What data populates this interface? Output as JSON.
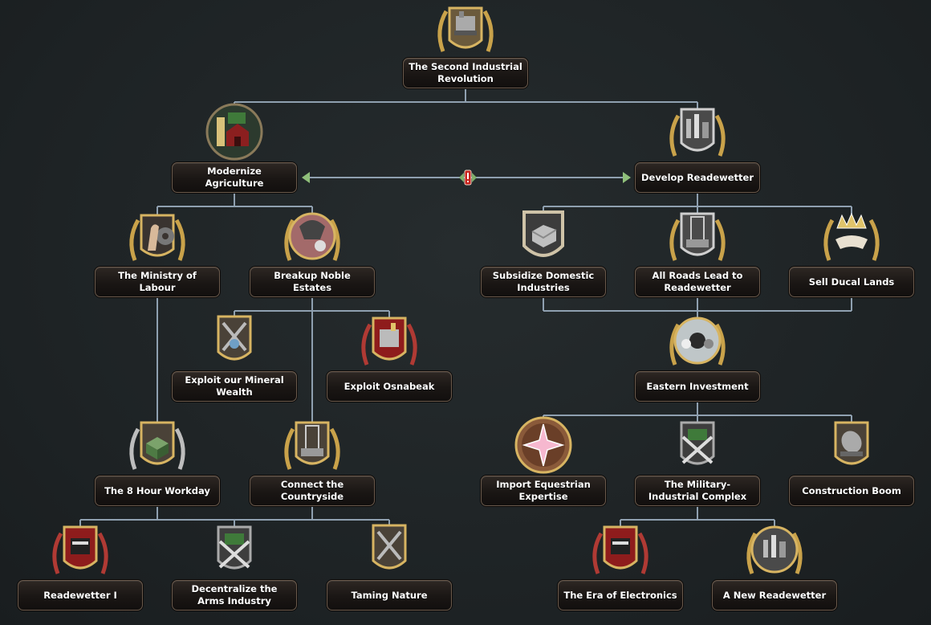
{
  "focus_tree": {
    "nodes": {
      "second_industrial_revolution": {
        "label": "The Second Industrial Revolution",
        "icon": "factory-machinery-icon",
        "frame": "gold-laurel"
      },
      "modernize_agriculture": {
        "label": "Modernize Agriculture",
        "icon": "farm-barn-icon",
        "frame": "plain"
      },
      "develop_readewetter": {
        "label": "Develop Readewetter",
        "icon": "city-factories-icon",
        "frame": "gold-laurel"
      },
      "ministry_of_labour": {
        "label": "The Ministry of Labour",
        "icon": "worker-gear-icon",
        "frame": "gold-laurel"
      },
      "breakup_noble_estates": {
        "label": "Breakup Noble Estates",
        "icon": "broken-noble-icon",
        "frame": "gold-laurel"
      },
      "subsidize_domestic_industries": {
        "label": "Subsidize Domestic Industries",
        "icon": "steel-ingot-icon",
        "frame": "plain"
      },
      "all_roads_lead": {
        "label": "All Roads Lead to Readewetter",
        "icon": "railway-bulldozer-icon",
        "frame": "gold-laurel"
      },
      "sell_ducal_lands": {
        "label": "Sell Ducal Lands",
        "icon": "crown-handshake-icon",
        "frame": "plain"
      },
      "exploit_mineral_wealth": {
        "label": "Exploit our Mineral Wealth",
        "icon": "crossed-shovels-icon",
        "frame": "plain"
      },
      "exploit_osnabeak": {
        "label": "Exploit Osnabeak",
        "icon": "industry-red-icon",
        "frame": "red-laurel"
      },
      "eastern_investment": {
        "label": "Eastern Investment",
        "icon": "metal-resources-icon",
        "frame": "gold-laurel"
      },
      "eight_hour_workday": {
        "label": "The 8 Hour Workday",
        "icon": "green-buildings-icon",
        "frame": "silver-laurel"
      },
      "connect_countryside": {
        "label": "Connect the Countryside",
        "icon": "railway-bulldozer-icon",
        "frame": "gold-laurel"
      },
      "import_equestrian_expertise": {
        "label": "Import Equestrian Expertise",
        "icon": "star-badge-icon",
        "frame": "round"
      },
      "military_industrial_complex": {
        "label": "The Military-Industrial Complex",
        "icon": "crossed-rifles-factory-icon",
        "frame": "plain"
      },
      "construction_boom": {
        "label": "Construction Boom",
        "icon": "cement-mixer-icon",
        "frame": "plain"
      },
      "readewetter_i": {
        "label": "Readewetter I",
        "icon": "typewriter-red-icon",
        "frame": "red-laurel"
      },
      "decentralize_arms_industry": {
        "label": "Decentralize the Arms Industry",
        "icon": "crossed-rifles-factory-icon",
        "frame": "plain"
      },
      "taming_nature": {
        "label": "Taming Nature",
        "icon": "crossed-shovels-icon",
        "frame": "plain"
      },
      "era_of_electronics": {
        "label": "The Era of Electronics",
        "icon": "typewriter-red-icon",
        "frame": "red-laurel"
      },
      "new_readewetter": {
        "label": "A New Readewetter",
        "icon": "city-factories-icon",
        "frame": "gold-laurel"
      }
    },
    "mutual_exclusion": {
      "icon": "exclamation-icon"
    }
  }
}
